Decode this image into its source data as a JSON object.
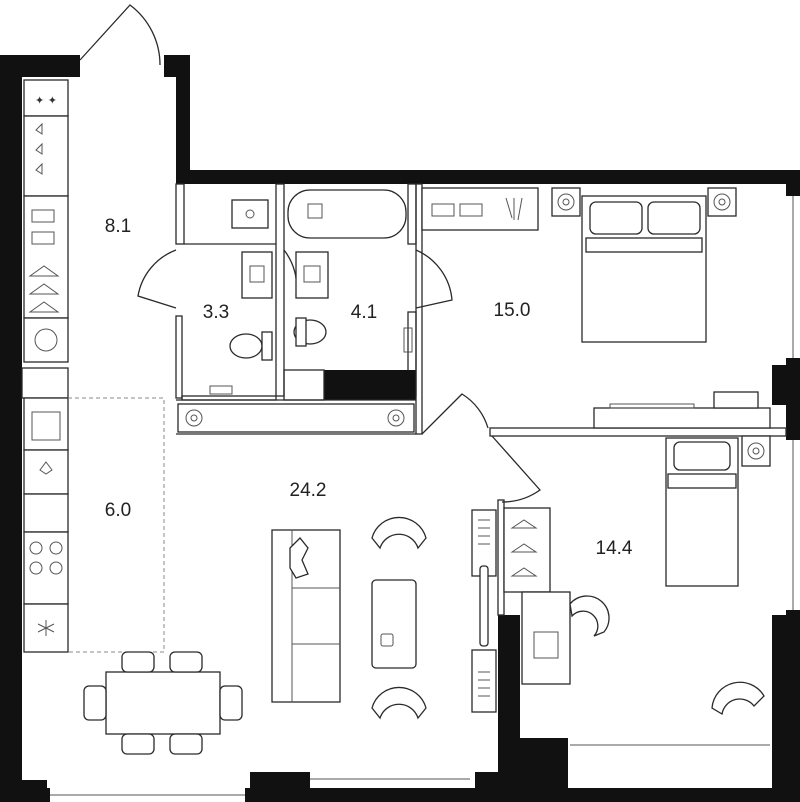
{
  "rooms": [
    {
      "id": "hall",
      "area": "8.1"
    },
    {
      "id": "wc",
      "area": "3.3"
    },
    {
      "id": "bathroom",
      "area": "4.1"
    },
    {
      "id": "master-bedroom",
      "area": "15.0"
    },
    {
      "id": "kitchen",
      "area": "6.0"
    },
    {
      "id": "living-room",
      "area": "24.2"
    },
    {
      "id": "bedroom",
      "area": "14.4"
    }
  ],
  "colors": {
    "wall": "#111111",
    "line": "#2a2a2a",
    "background": "#ffffff"
  }
}
